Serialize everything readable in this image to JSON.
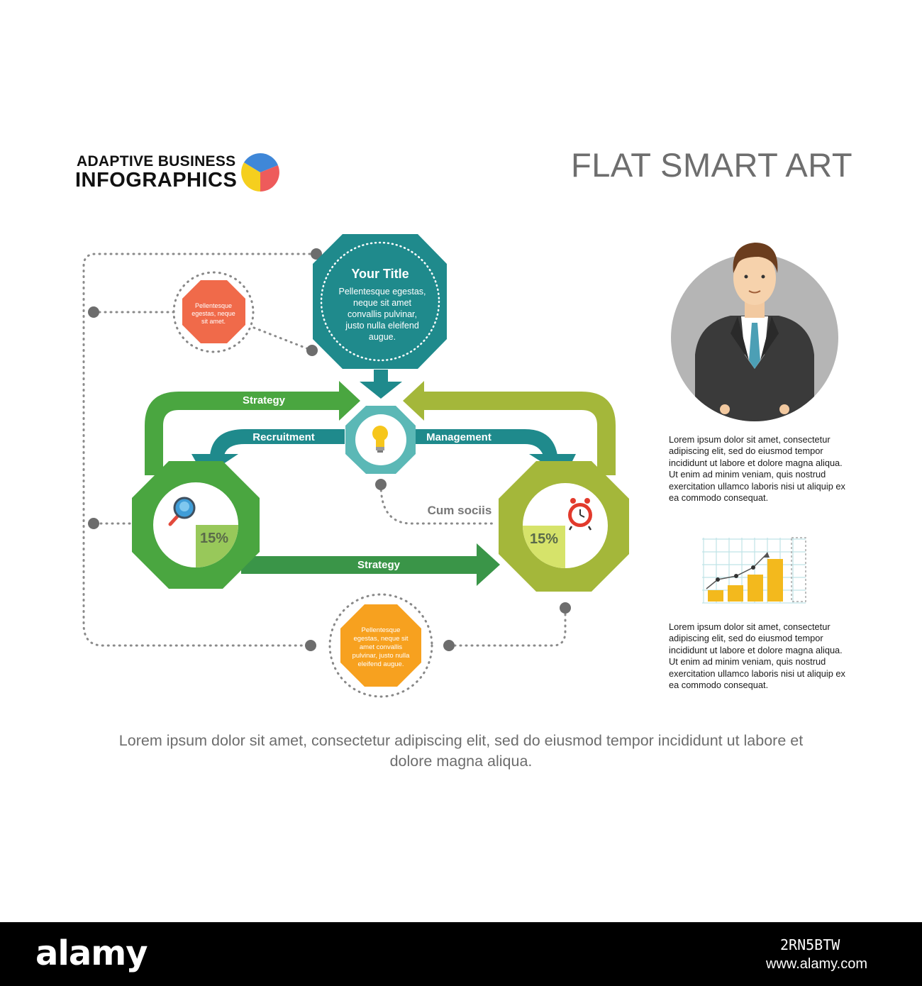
{
  "header": {
    "brand_line1": "ADAPTIVE BUSINESS",
    "brand_line2": "INFOGRAPHICS",
    "title": "FLAT SMART ART"
  },
  "diagram": {
    "top_box": {
      "title": "Your Title",
      "text_lines": [
        "Pellentesque egestas,",
        "neque sit amet",
        "convallis pulvinar,",
        "justo nulla eleifend",
        "augue."
      ]
    },
    "left_note": {
      "text_lines": [
        "Pellentesque",
        "egestas, neque",
        "sit amet."
      ]
    },
    "bottom_note": {
      "text_lines": [
        "Pellentesque",
        "egestas, neque sit",
        "amet convallis",
        "pulvinar, justo nulla",
        "eleifend augue."
      ]
    },
    "arrows": {
      "strategy_top": "Strategy",
      "recruitment": "Recruitment",
      "management": "Management",
      "strategy_bottom": "Strategy"
    },
    "cum_sociis": "Cum sociis",
    "left_node": {
      "percent": "15%",
      "value": 15
    },
    "right_node": {
      "percent": "15%",
      "value": 15
    }
  },
  "side": {
    "text1": "Lorem ipsum dolor sit amet, consectetur adipiscing elit, sed do eiusmod tempor incididunt ut labore et dolore magna aliqua. Ut enim ad minim veniam, quis nostrud exercitation ullamco laboris nisi ut aliquip ex ea commodo consequat.",
    "text2": "Lorem ipsum dolor sit amet, consectetur adipiscing elit, sed do eiusmod tempor incididunt ut labore et dolore magna aliqua. Ut enim ad minim veniam, quis nostrud exercitation ullamco laboris nisi ut aliquip ex ea commodo consequat."
  },
  "bottom_text": "Lorem ipsum dolor sit amet, consectetur adipiscing elit, sed do eiusmod tempor incididunt ut labore et dolore magna aliqua.",
  "footer": {
    "logo": "alamy",
    "image_id": "2RN5BTW",
    "url": "www.alamy.com"
  },
  "colors": {
    "teal": "#1f8a8c",
    "green": "#4aa640",
    "olive": "#a4b73a",
    "dark_green": "#3a9548",
    "orange_red": "#f06a4a",
    "orange": "#f7a11f",
    "gray_circle": "#b5b5b5"
  },
  "icons": [
    "pie-chart-icon",
    "lightbulb-icon",
    "magnifier-icon",
    "alarm-clock-icon",
    "businessman-avatar",
    "bar-chart-icon"
  ]
}
